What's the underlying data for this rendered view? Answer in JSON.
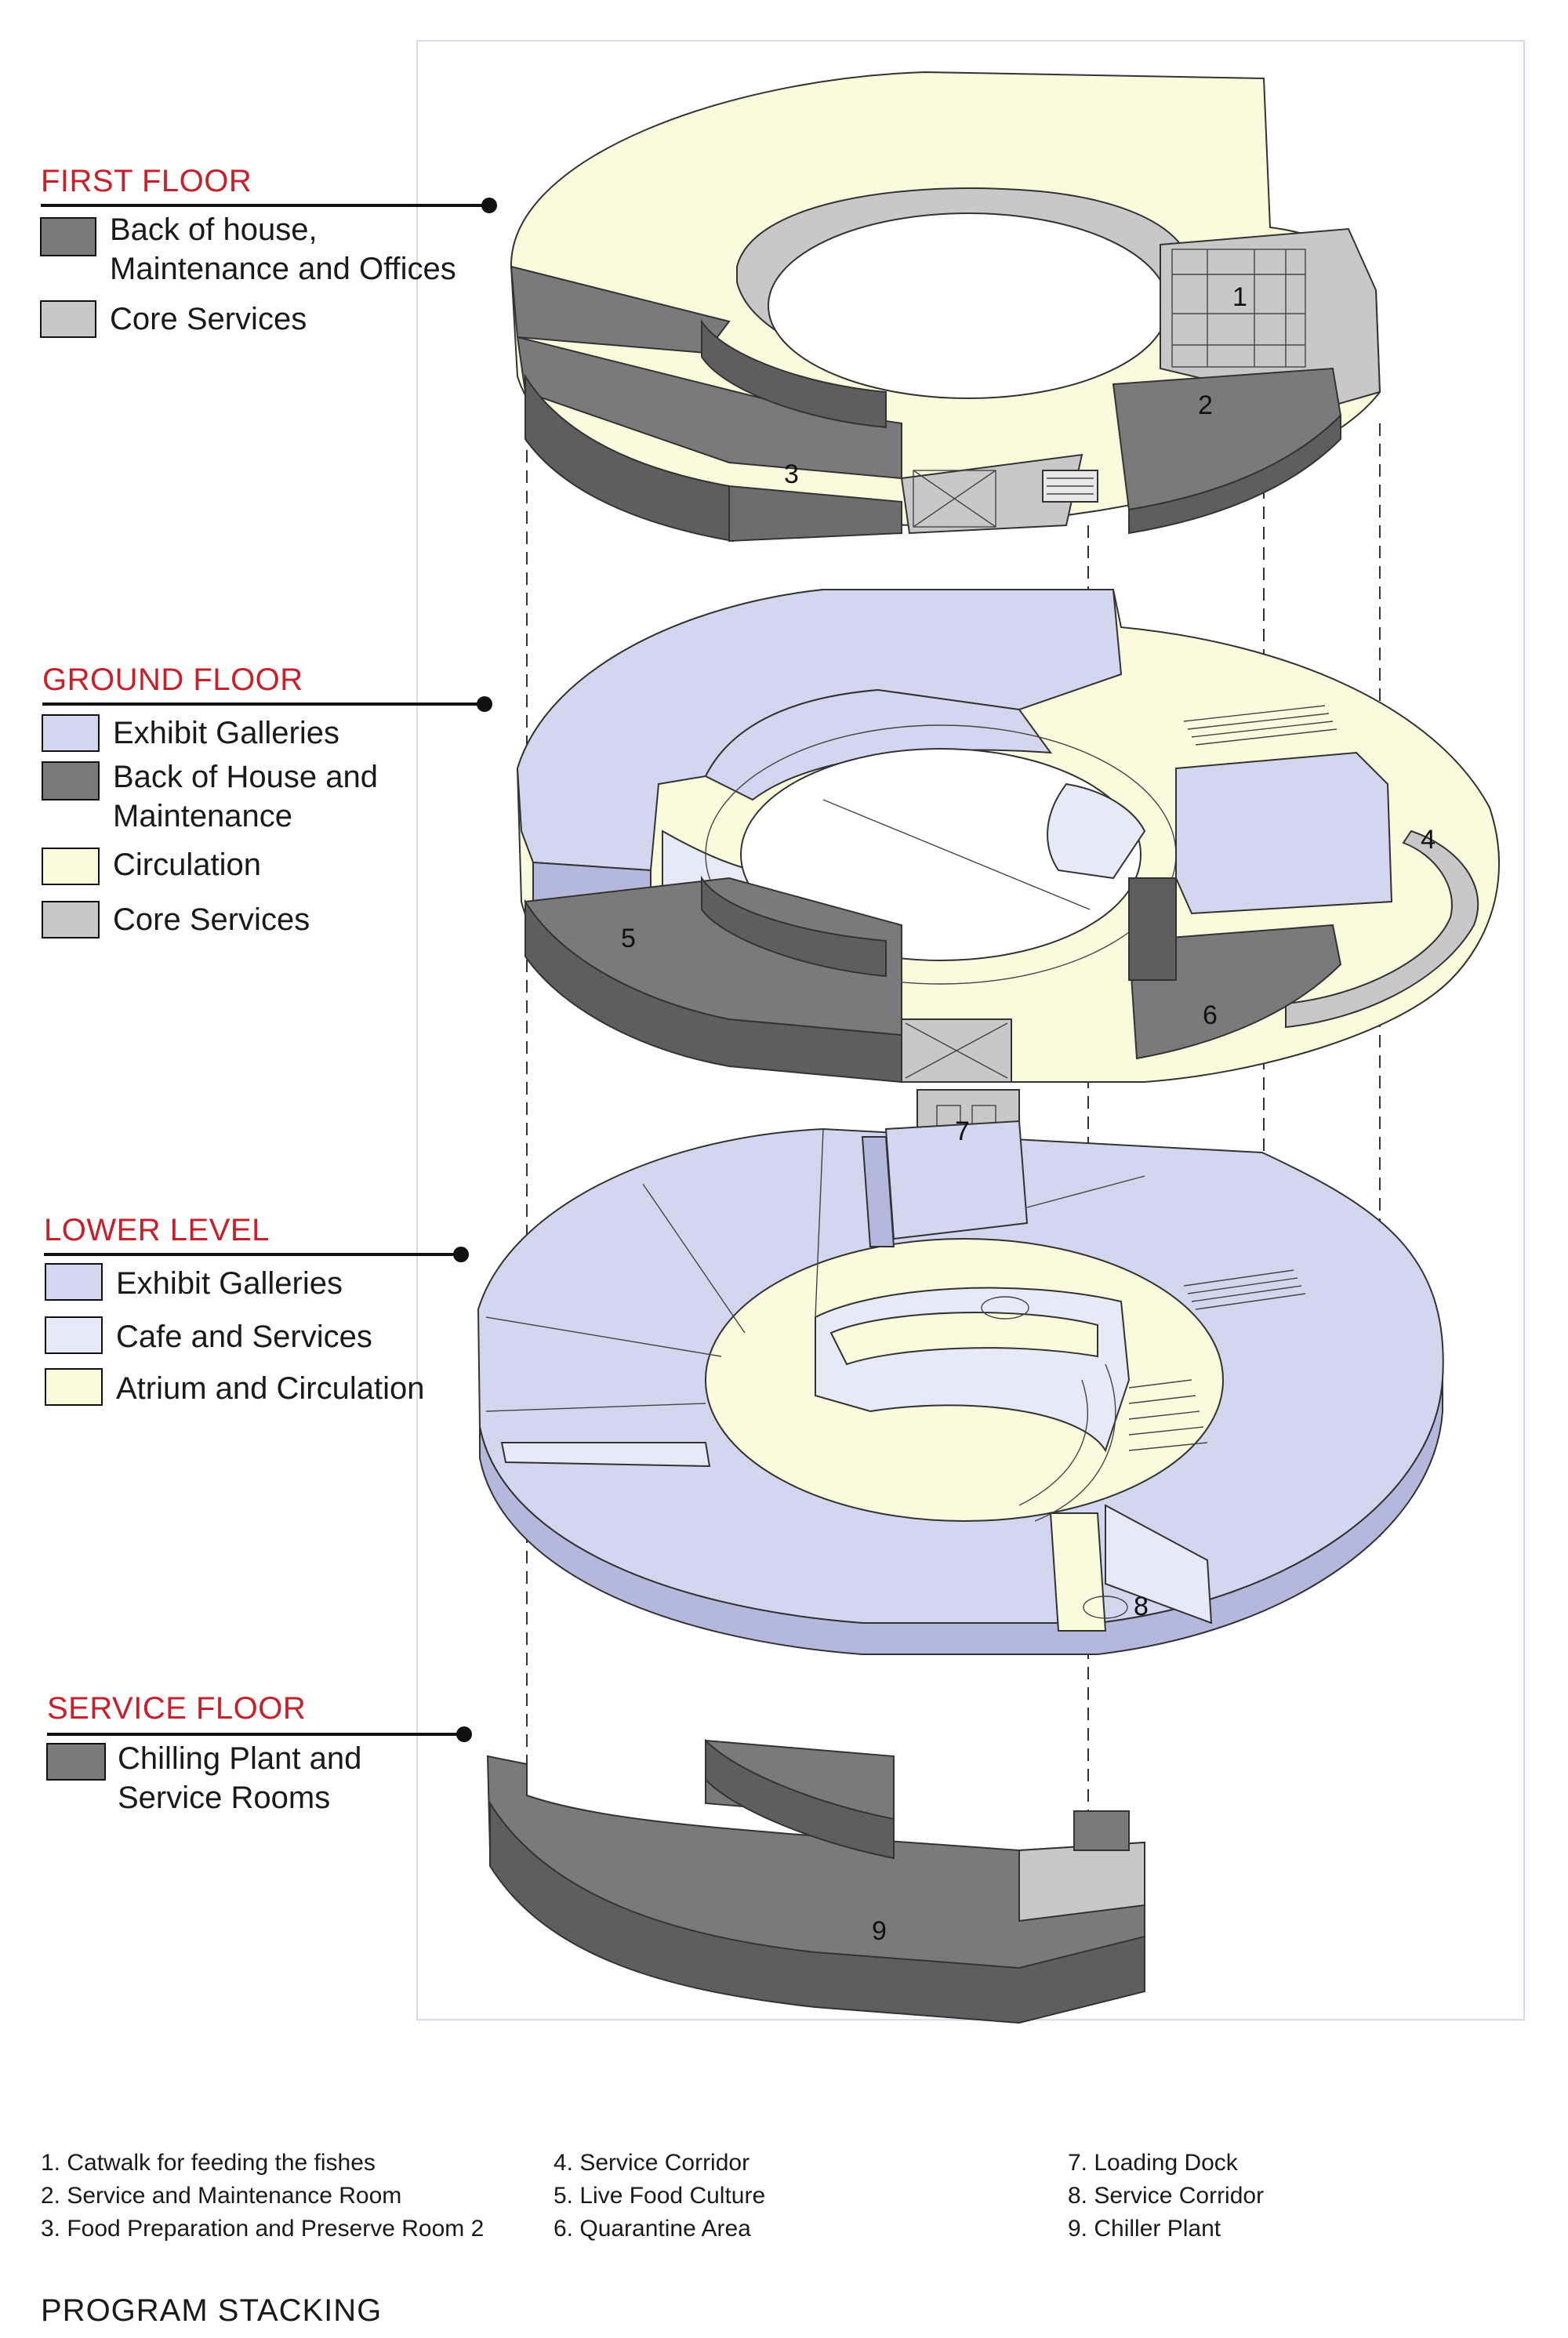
{
  "colors": {
    "back_of_house": "#7a7a7a",
    "back_of_house_side": "#5e5e5e",
    "core_services": "#c8c8c8",
    "core_services_side": "#a9a9a9",
    "circulation": "#fafadc",
    "exhibit": "#d2d6ee",
    "exhibit_side": "#b3b8dc",
    "cafe": "#e6e9f6",
    "accent_red": "#c8202a"
  },
  "floors": [
    {
      "id": "first",
      "label": "FIRST FLOOR",
      "legend": [
        {
          "swatch": "back_of_house",
          "lines": [
            "Back of house,",
            "Maintenance and Offices"
          ]
        },
        {
          "swatch": "core_services",
          "lines": [
            "Core Services"
          ]
        }
      ],
      "markers": [
        "1",
        "2",
        "3"
      ]
    },
    {
      "id": "ground",
      "label": "GROUND FLOOR",
      "legend": [
        {
          "swatch": "exhibit",
          "lines": [
            "Exhibit Galleries"
          ]
        },
        {
          "swatch": "back_of_house",
          "lines": [
            "Back of House and",
            "Maintenance"
          ]
        },
        {
          "swatch": "circulation",
          "lines": [
            "Circulation"
          ]
        },
        {
          "swatch": "core_services",
          "lines": [
            "Core Services"
          ]
        }
      ],
      "markers": [
        "4",
        "5",
        "6",
        "7"
      ]
    },
    {
      "id": "lower",
      "label": "LOWER LEVEL",
      "legend": [
        {
          "swatch": "exhibit",
          "lines": [
            "Exhibit Galleries"
          ]
        },
        {
          "swatch": "cafe",
          "lines": [
            "Cafe and Services"
          ]
        },
        {
          "swatch": "circulation",
          "lines": [
            "Atrium and Circulation"
          ]
        }
      ],
      "markers": [
        "8"
      ]
    },
    {
      "id": "service",
      "label": "SERVICE FLOOR",
      "legend": [
        {
          "swatch": "back_of_house",
          "lines": [
            "Chilling Plant and",
            "Service Rooms"
          ]
        }
      ],
      "markers": [
        "9"
      ]
    }
  ],
  "notes": [
    "1. Catwalk for feeding the fishes",
    "2. Service and Maintenance Room",
    "3. Food Preparation and Preserve Room 2",
    "4. Service Corridor",
    "5. Live Food Culture",
    "6. Quarantine Area",
    "7. Loading Dock",
    "8. Service Corridor",
    "9. Chiller Plant"
  ],
  "title": "PROGRAM STACKING"
}
